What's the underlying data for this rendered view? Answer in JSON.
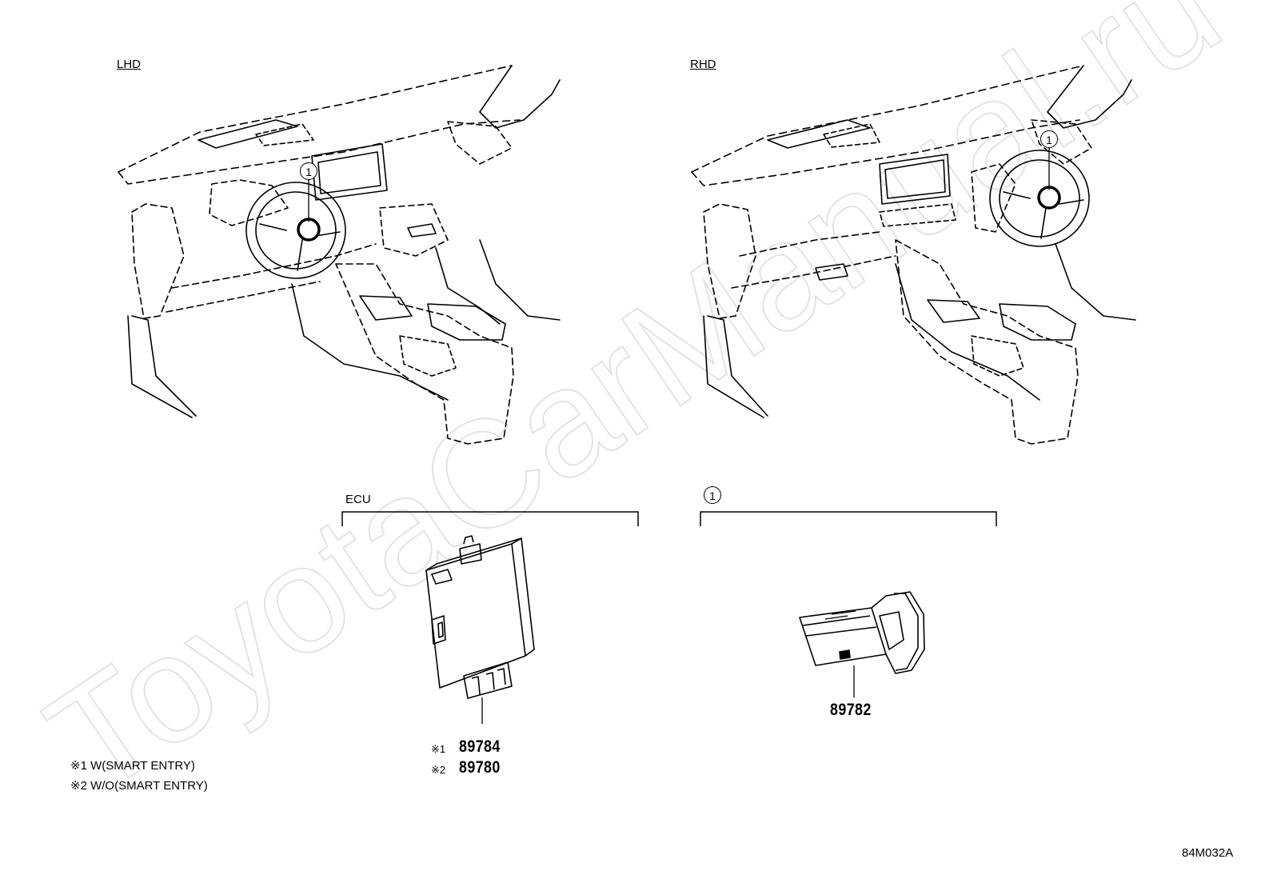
{
  "views": {
    "left_label": "LHD",
    "right_label": "RHD"
  },
  "ecu_group": {
    "label": "ECU",
    "note1_mark": "※1",
    "note1_part": "89784",
    "note2_mark": "※2",
    "note2_part": "89780"
  },
  "switch_group": {
    "callout": "1",
    "part": "89782"
  },
  "callouts": {
    "lhd": "1",
    "rhd": "1"
  },
  "footnotes": {
    "n1": "※1 W(SMART ENTRY)",
    "n2": "※2 W/O(SMART ENTRY)"
  },
  "diagram_id": "84M032A",
  "watermark": "ToyotaCarManual.ru"
}
